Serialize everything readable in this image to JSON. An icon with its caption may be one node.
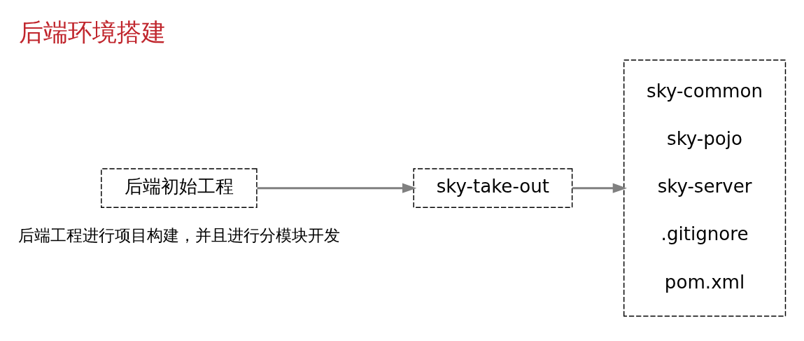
{
  "diagram": {
    "title": "后端环境搭建",
    "nodes": [
      {
        "text": [
          "后端初始工程"
        ]
      },
      {
        "text": [
          "sky-take-out"
        ]
      },
      {
        "text": [],
        "shape": "box"
      },
      {
        "text": [
          "sky-common"
        ],
        "in": 2
      },
      {
        "text": [
          "sky-pojo"
        ],
        "in": 2
      },
      {
        "text": [
          "sky-server"
        ],
        "in": 2
      },
      {
        "text": [
          ".gitignore"
        ],
        "in": 2
      },
      {
        "text": [
          "pom.xml"
        ],
        "in": 2
      }
    ],
    "edges": [
      {
        "from": 0,
        "to": 1,
        "arrow": "to"
      },
      {
        "from": 1,
        "to": 2,
        "arrow": "to"
      }
    ],
    "labels": [
      "后端工程进行项目构建，并且进行分模块开发"
    ]
  }
}
